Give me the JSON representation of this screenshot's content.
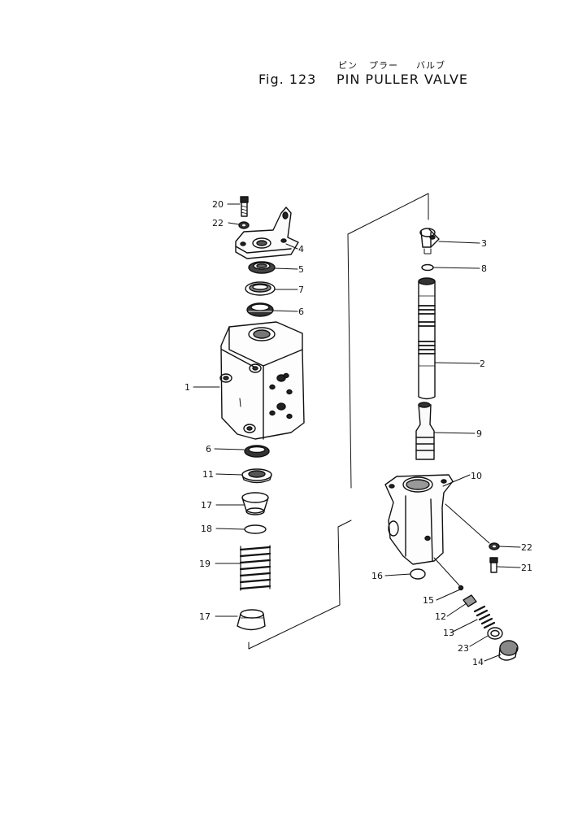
{
  "header": {
    "fig_label": "Fig. 123",
    "jp_pin": "ピン",
    "jp_puller": "プラー",
    "jp_valve": "バルブ",
    "title": "PIN PULLER VALVE"
  },
  "callouts": [
    {
      "id": "c20",
      "text": "20"
    },
    {
      "id": "c22a",
      "text": "22"
    },
    {
      "id": "c4",
      "text": "4"
    },
    {
      "id": "c5",
      "text": "5"
    },
    {
      "id": "c7",
      "text": "7"
    },
    {
      "id": "c6a",
      "text": "6"
    },
    {
      "id": "c1",
      "text": "1"
    },
    {
      "id": "c6b",
      "text": "6"
    },
    {
      "id": "c11",
      "text": "11"
    },
    {
      "id": "c17a",
      "text": "17"
    },
    {
      "id": "c18",
      "text": "18"
    },
    {
      "id": "c19",
      "text": "19"
    },
    {
      "id": "c17b",
      "text": "17"
    },
    {
      "id": "c3",
      "text": "3"
    },
    {
      "id": "c8",
      "text": "8"
    },
    {
      "id": "c2",
      "text": "2"
    },
    {
      "id": "c9",
      "text": "9"
    },
    {
      "id": "c10",
      "text": "10"
    },
    {
      "id": "c22b",
      "text": "22"
    },
    {
      "id": "c21",
      "text": "21"
    },
    {
      "id": "c16",
      "text": "16"
    },
    {
      "id": "c15",
      "text": "15"
    },
    {
      "id": "c12",
      "text": "12"
    },
    {
      "id": "c13",
      "text": "13"
    },
    {
      "id": "c23",
      "text": "23"
    },
    {
      "id": "c14",
      "text": "14"
    }
  ]
}
